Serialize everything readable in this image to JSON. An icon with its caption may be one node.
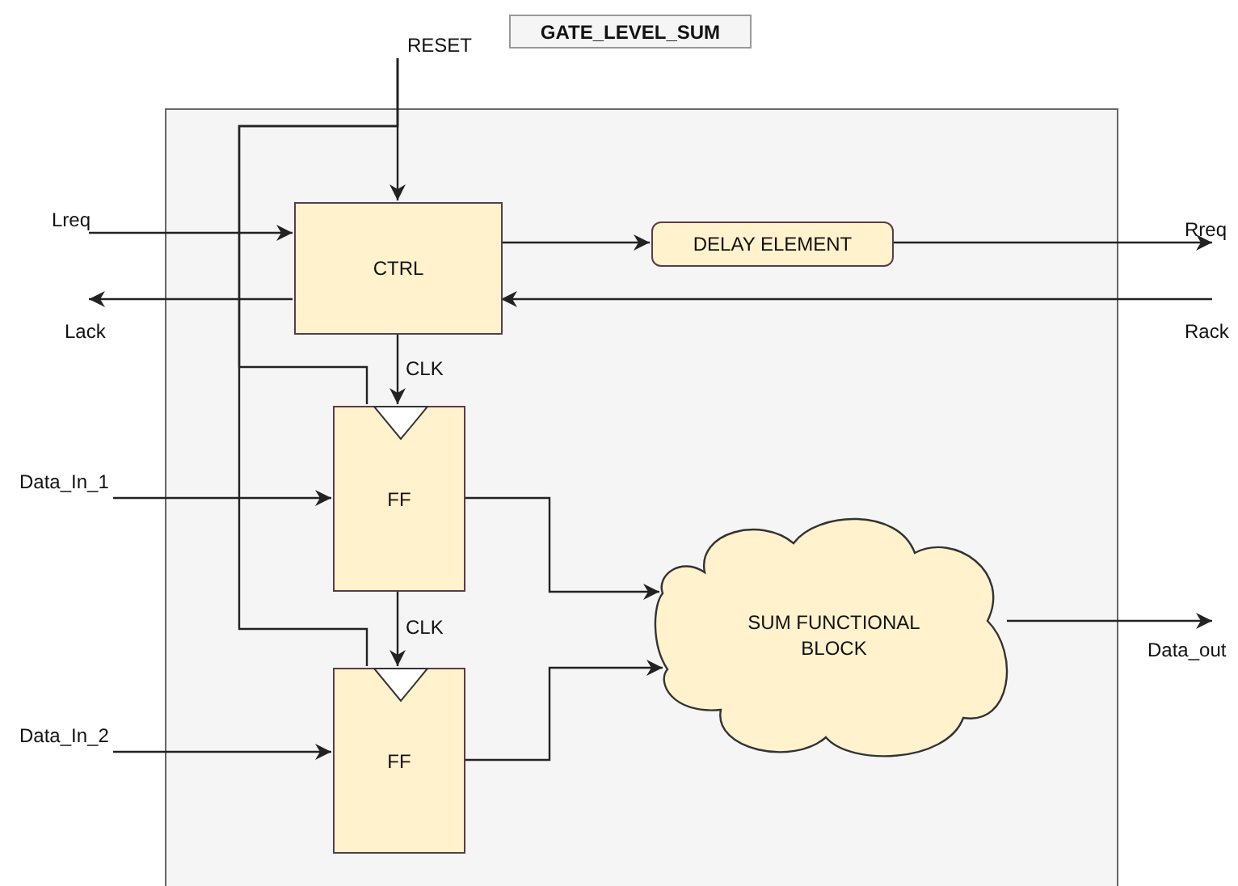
{
  "diagram": {
    "nodes": [
      {
        "text": [
          "GATE_LEVEL_SUM"
        ]
      },
      {
        "text": [],
        "shape": "box"
      },
      {
        "text": [
          "RESET"
        ]
      },
      {
        "text": [
          "Lreq"
        ]
      },
      {
        "text": [
          "CTRL"
        ],
        "in": 1
      },
      {
        "text": [
          "DELAY ELEMENT"
        ],
        "in": 1
      },
      {
        "text": [
          "Rreq"
        ]
      },
      {
        "text": [
          "Lack"
        ]
      },
      {
        "text": [
          "Rack"
        ]
      },
      {
        "text": [
          "FF"
        ],
        "in": 1
      },
      {
        "text": [
          "Data_In_1"
        ]
      },
      {
        "text": [
          "SUM FUNCTIONAL BLOCK"
        ],
        "in": 1
      },
      {
        "text": [
          "FF"
        ],
        "in": 1
      },
      {
        "text": [
          "Data_In_2"
        ]
      },
      {
        "text": [
          "Data_out"
        ]
      }
    ],
    "edges": [
      {
        "from": 2,
        "to": 4,
        "arrow": "to"
      },
      {
        "from": 2,
        "to": 9,
        "arrow": "none"
      },
      {
        "from": 2,
        "to": 12,
        "arrow": "none"
      },
      {
        "from": 3,
        "to": 4,
        "arrow": "to"
      },
      {
        "from": 4,
        "to": 5,
        "arrow": "to"
      },
      {
        "from": 5,
        "to": 6,
        "arrow": "to"
      },
      {
        "from": 4,
        "to": 7,
        "arrow": "to"
      },
      {
        "from": 8,
        "to": 4,
        "arrow": "to"
      },
      {
        "from": 4,
        "to": 9,
        "label": "CLK",
        "arrow": "to"
      },
      {
        "from": 9,
        "to": 12,
        "label": "CLK",
        "arrow": "to"
      },
      {
        "from": 10,
        "to": 9,
        "arrow": "to"
      },
      {
        "from": 13,
        "to": 12,
        "arrow": "to"
      },
      {
        "from": 9,
        "to": 11,
        "arrow": "to"
      },
      {
        "from": 12,
        "to": 11,
        "arrow": "to"
      },
      {
        "from": 11,
        "to": 14,
        "arrow": "to"
      }
    ]
  }
}
